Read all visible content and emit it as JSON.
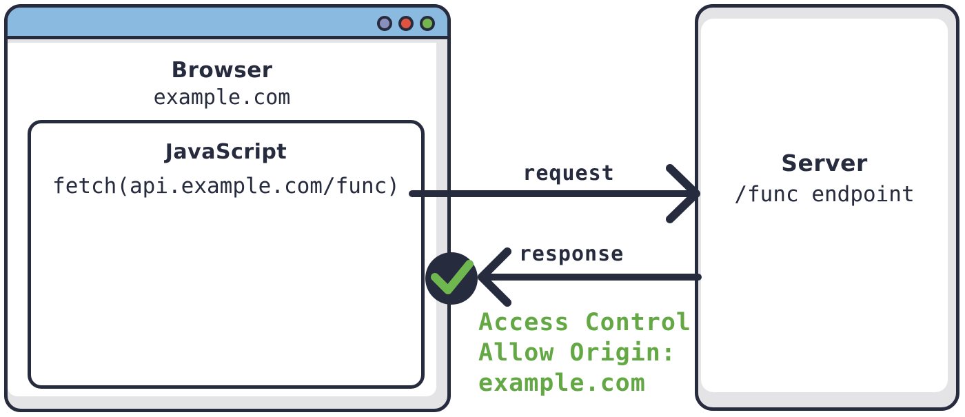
{
  "colors": {
    "navy": "#272b3e",
    "titlebar_blue": "#8bbae0",
    "shadow_gray": "#e4e4e6",
    "dot_purple": "#8a8fbe",
    "dot_red": "#e05340",
    "dot_green": "#74b54f",
    "check_green": "#6fb84f",
    "header_green": "#64a845"
  },
  "browser": {
    "title": "Browser",
    "origin": "example.com",
    "window_dots": [
      "purple",
      "red",
      "green"
    ],
    "js": {
      "title": "JavaScript",
      "code": "fetch(api.example.com/func)"
    }
  },
  "server": {
    "title": "Server",
    "endpoint": "/func endpoint"
  },
  "flow": {
    "request_label": "request",
    "response_label": "response",
    "response_status_icon": "checkmark-icon"
  },
  "cors": {
    "lines": [
      "Access Control",
      "Allow Origin:",
      "example.com"
    ]
  }
}
